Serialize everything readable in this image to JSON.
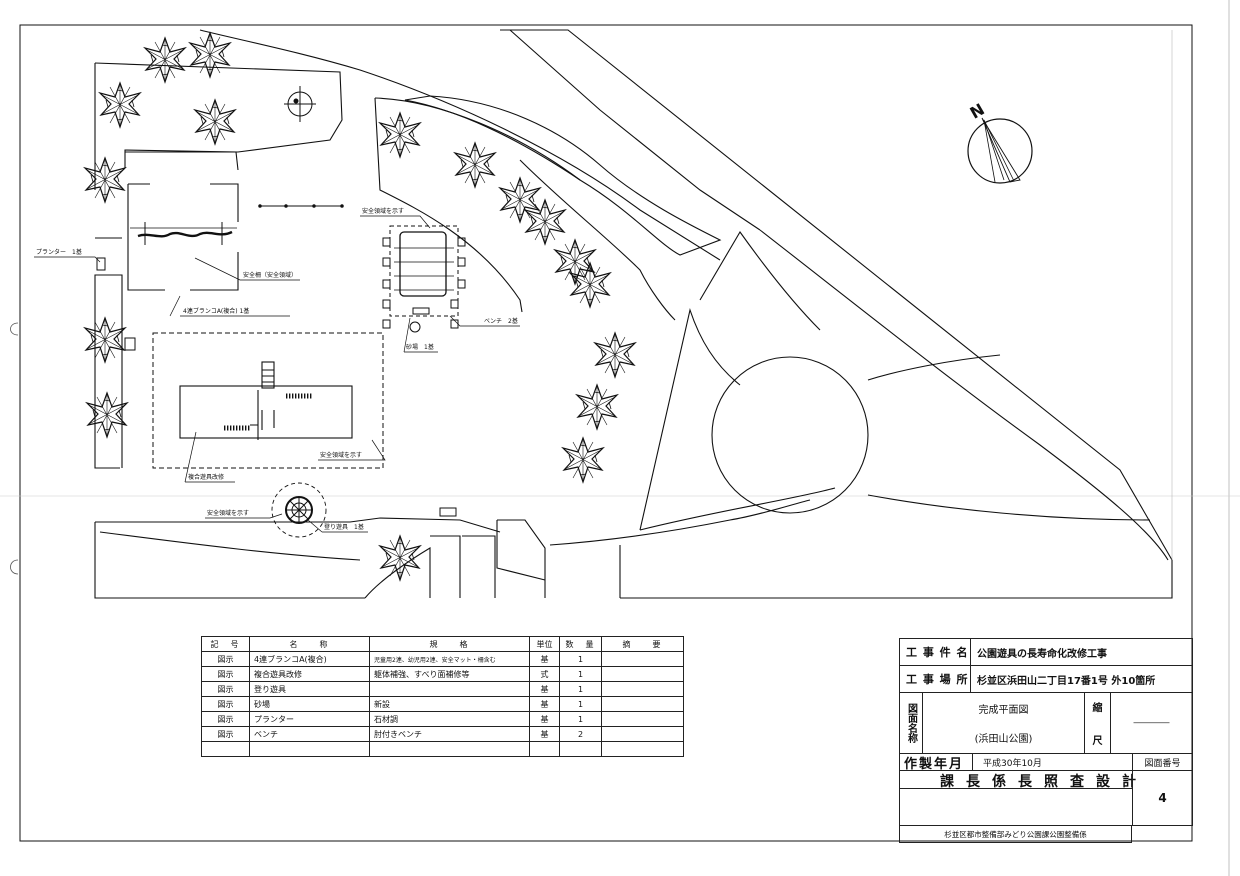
{
  "plan": {
    "north": "N",
    "labels": {
      "planter": "プランター　1基",
      "safety_fence": "安全柵（安全領域）",
      "swing": "4連ブランコA(複合) 1基",
      "safety_area_top": "安全領域を示す",
      "bench": "ベンチ　2基",
      "sandbox": "砂場　1基",
      "safety_area_mid": "安全領域を示す",
      "combo": "複合遊具改修",
      "safety_area_bottom": "安全領域を示す",
      "climbing": "登り遊具　1基"
    }
  },
  "legend": {
    "headers": [
      "記　号",
      "名　　称",
      "規　　格",
      "単位",
      "数　量",
      "摘　　要"
    ],
    "rows": [
      {
        "symbol": "図示",
        "name": "4連ブランコA(複合)",
        "spec": "児童用2連、幼児用2連、安全マット・柵含む",
        "unit": "基",
        "qty": "1",
        "note": ""
      },
      {
        "symbol": "図示",
        "name": "複合遊具改修",
        "spec": "躯体補強、すべり面補修等",
        "unit": "式",
        "qty": "1",
        "note": ""
      },
      {
        "symbol": "図示",
        "name": "登り遊具",
        "spec": "",
        "unit": "基",
        "qty": "1",
        "note": ""
      },
      {
        "symbol": "図示",
        "name": "砂場",
        "spec": "新設",
        "unit": "基",
        "qty": "1",
        "note": ""
      },
      {
        "symbol": "図示",
        "name": "プランター",
        "spec": "石材調",
        "unit": "基",
        "qty": "1",
        "note": ""
      },
      {
        "symbol": "図示",
        "name": "ベンチ",
        "spec": "肘付きベンチ",
        "unit": "基",
        "qty": "2",
        "note": ""
      },
      {
        "symbol": "",
        "name": "",
        "spec": "",
        "unit": "",
        "qty": "",
        "note": ""
      }
    ]
  },
  "title_block": {
    "project_label": "工 事 件 名",
    "project_value": "公園遊具の長寿命化改修工事",
    "location_label": "工 事 場 所",
    "location_value": "杉並区浜田山二丁目17番1号 外10箇所",
    "drawing_label": "図面名称",
    "drawing_name_1": "完成平面図",
    "drawing_name_2": "(浜田山公園)",
    "scale_label_1": "縮",
    "scale_label_2": "尺",
    "scale_value": "――――",
    "date_label": "作製年月",
    "date_value": "平成30年10月",
    "drawing_no_label": "図面番号",
    "approvals": [
      "課",
      "長",
      "係",
      "長",
      "照",
      "査",
      "設",
      "計"
    ],
    "drawing_no": "4",
    "department": "杉並区都市整備部みどり公園課公園整備係"
  }
}
